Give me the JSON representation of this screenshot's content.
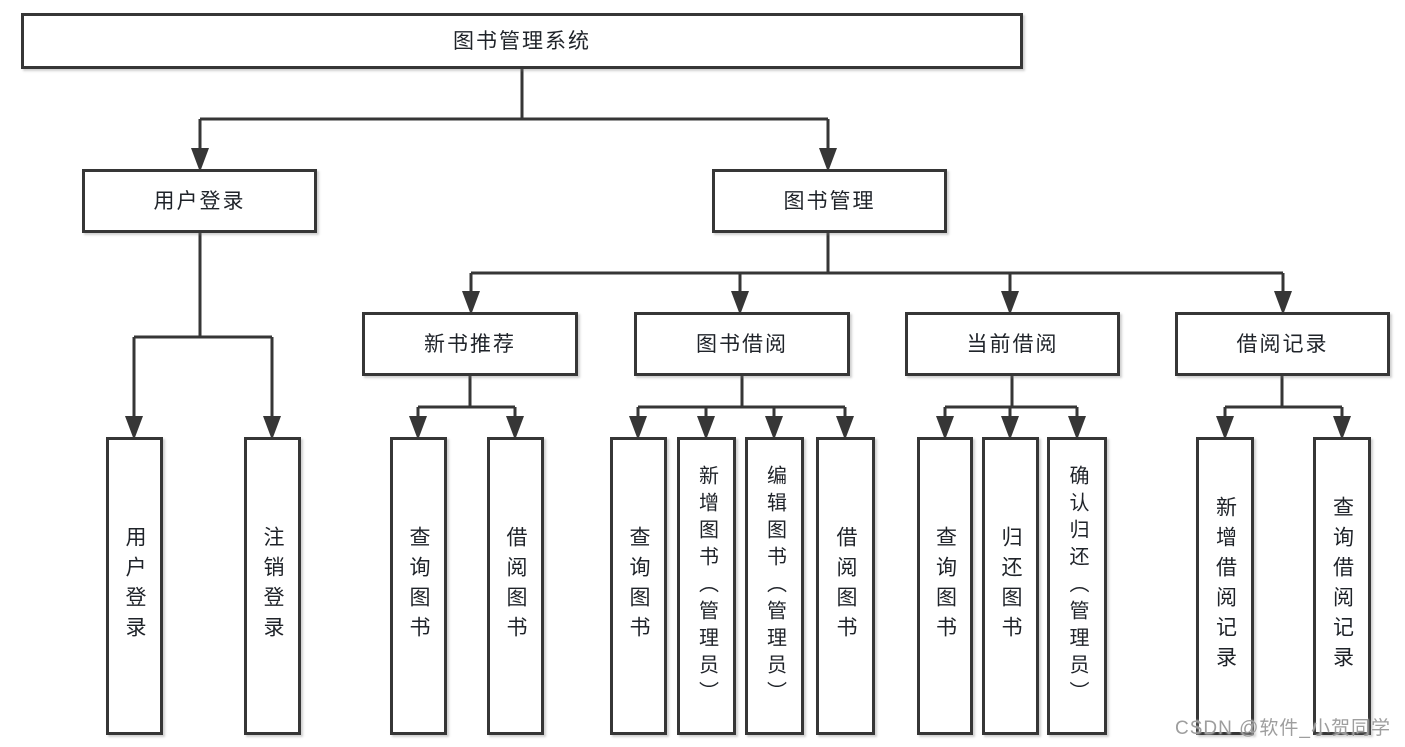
{
  "diagram_title": "图书管理系统",
  "colors": {
    "line": "#363636",
    "text": "#1f2329",
    "background": "#ffffff",
    "watermark": "#9e9e9e"
  },
  "watermark": {
    "text": "CSDN @软件_小贺同学"
  },
  "tree": {
    "label": "图书管理系统",
    "children": [
      {
        "label": "用户登录",
        "children": [
          {
            "label": "用户登录"
          },
          {
            "label": "注销登录"
          }
        ]
      },
      {
        "label": "图书管理",
        "children": [
          {
            "label": "新书推荐",
            "children": [
              {
                "label": "查询图书"
              },
              {
                "label": "借阅图书"
              }
            ]
          },
          {
            "label": "图书借阅",
            "children": [
              {
                "label": "查询图书"
              },
              {
                "label": "新增图书（管理员）"
              },
              {
                "label": "编辑图书（管理员）"
              },
              {
                "label": "借阅图书"
              }
            ]
          },
          {
            "label": "当前借阅",
            "children": [
              {
                "label": "查询图书"
              },
              {
                "label": "归还图书"
              },
              {
                "label": "确认归还（管理员）"
              }
            ]
          },
          {
            "label": "借阅记录",
            "children": [
              {
                "label": "新增借阅记录"
              },
              {
                "label": "查询借阅记录"
              }
            ]
          }
        ]
      }
    ]
  }
}
